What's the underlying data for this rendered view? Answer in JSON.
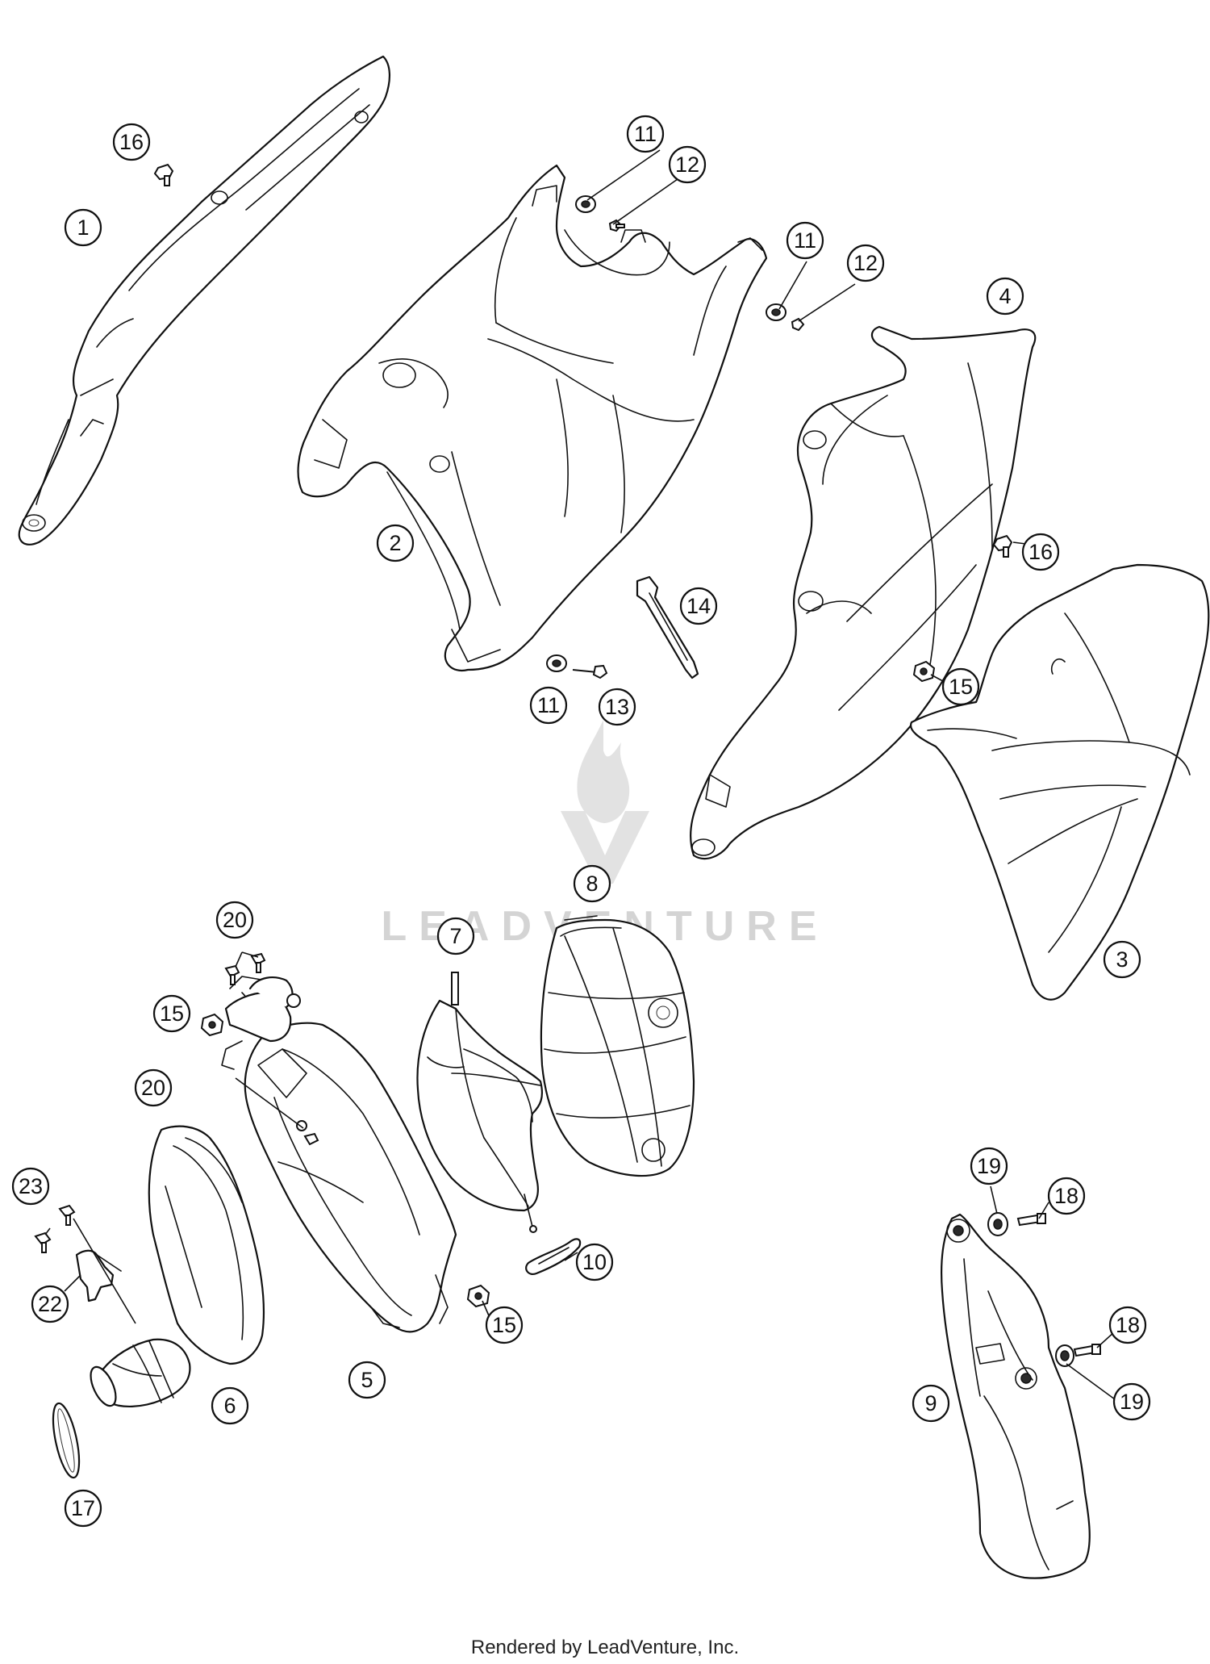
{
  "watermark": {
    "brand": "LEADVENTURE"
  },
  "footer": {
    "credit": "Rendered by LeadVenture, Inc."
  },
  "callouts": [
    {
      "id": "c-1",
      "label": "1"
    },
    {
      "id": "c-16a",
      "label": "16"
    },
    {
      "id": "c-2",
      "label": "2"
    },
    {
      "id": "c-11a",
      "label": "11"
    },
    {
      "id": "c-12a",
      "label": "12"
    },
    {
      "id": "c-11b",
      "label": "11"
    },
    {
      "id": "c-12b",
      "label": "12"
    },
    {
      "id": "c-4",
      "label": "4"
    },
    {
      "id": "c-16b",
      "label": "16"
    },
    {
      "id": "c-14",
      "label": "14"
    },
    {
      "id": "c-11c",
      "label": "11"
    },
    {
      "id": "c-13",
      "label": "13"
    },
    {
      "id": "c-15a",
      "label": "15"
    },
    {
      "id": "c-3",
      "label": "3"
    },
    {
      "id": "c-8",
      "label": "8"
    },
    {
      "id": "c-7",
      "label": "7"
    },
    {
      "id": "c-20a",
      "label": "20"
    },
    {
      "id": "c-15b",
      "label": "15"
    },
    {
      "id": "c-20b",
      "label": "20"
    },
    {
      "id": "c-23",
      "label": "23"
    },
    {
      "id": "c-22",
      "label": "22"
    },
    {
      "id": "c-6",
      "label": "6"
    },
    {
      "id": "c-17",
      "label": "17"
    },
    {
      "id": "c-5",
      "label": "5"
    },
    {
      "id": "c-15c",
      "label": "15"
    },
    {
      "id": "c-10",
      "label": "10"
    },
    {
      "id": "c-19a",
      "label": "19"
    },
    {
      "id": "c-18a",
      "label": "18"
    },
    {
      "id": "c-18b",
      "label": "18"
    },
    {
      "id": "c-19b",
      "label": "19"
    },
    {
      "id": "c-9",
      "label": "9"
    }
  ]
}
